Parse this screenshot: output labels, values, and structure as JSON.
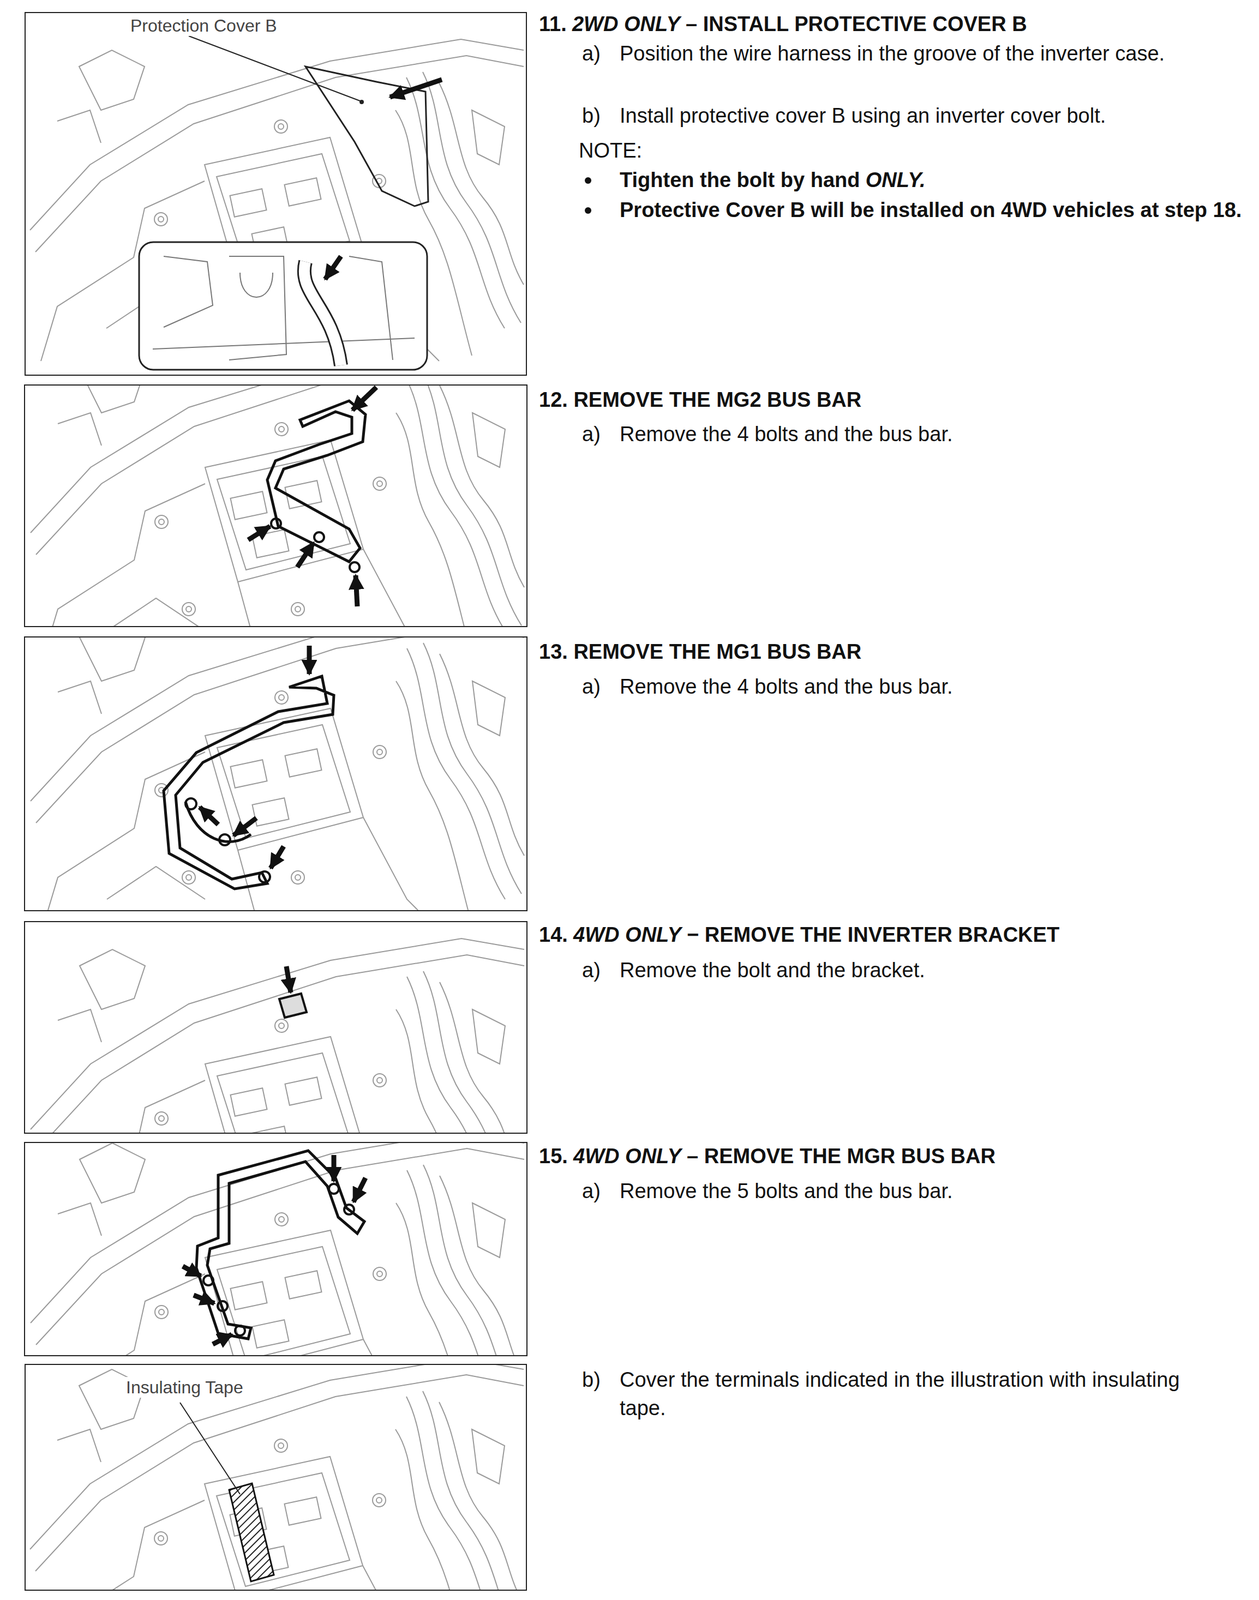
{
  "diagram": {
    "nodes": [
      {
        "text": [
          "Protection Cover B"
        ]
      },
      {
        "text": [
          "Insulating Tape"
        ]
      }
    ],
    "labels": [
      "11.",
      "2WD ONLY",
      "– INSTALL PROTECTIVE COVER B",
      "a)",
      "Position the wire harness in the groove of the inverter case.",
      "b)",
      "Install protective cover B using an inverter cover bolt.",
      "NOTE:",
      "Tighten the bolt by hand",
      "ONLY.",
      "Protective Cover B will be installed on 4WD vehicles at step 18.",
      "12. REMOVE THE MG2 BUS BAR",
      "a)",
      "Remove the 4 bolts and the bus bar.",
      "13. REMOVE THE MG1 BUS BAR",
      "a)",
      "Remove the 4 bolts and the bus bar.",
      "14.",
      "4WD ONLY",
      "− REMOVE THE INVERTER BRACKET",
      "a)",
      "Remove the bolt and the bracket.",
      "15.",
      "4WD ONLY",
      "– REMOVE THE MGR BUS BAR",
      "a)",
      "Remove the 5 bolts and the bus bar.",
      "b)",
      "Cover the terminals indicated in the illustration with insulating tape."
    ]
  }
}
